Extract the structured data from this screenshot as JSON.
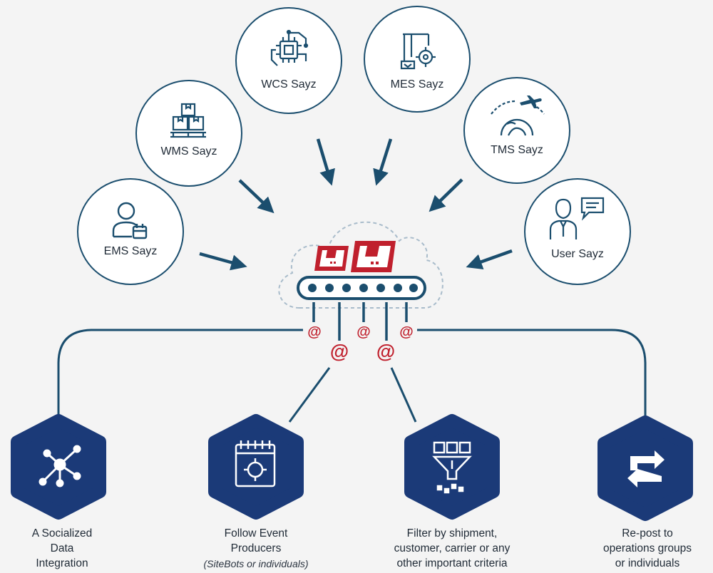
{
  "sources": {
    "wcs": {
      "label": "WCS Sayz",
      "icon": "processor-chip-icon"
    },
    "mes": {
      "label": "MES Sayz",
      "icon": "robot-arm-gear-icon"
    },
    "wms": {
      "label": "WMS Sayz",
      "icon": "stacked-boxes-pallet-icon"
    },
    "tms": {
      "label": "TMS Sayz",
      "icon": "globe-airplane-icon"
    },
    "ems": {
      "label": "EMS Sayz",
      "icon": "user-calendar-icon"
    },
    "user": {
      "label": "User Sayz",
      "icon": "person-chat-icon"
    }
  },
  "hub": {
    "icon": "cloud-conveyor-icon",
    "mention_symbol": "@"
  },
  "outcomes": [
    {
      "lines": [
        "A Socialized",
        "Data",
        "Integration"
      ],
      "icon": "network-hub-icon"
    },
    {
      "lines": [
        "Follow Event",
        "Producers"
      ],
      "sub": "(SiteBots or individuals)",
      "icon": "calendar-event-icon"
    },
    {
      "lines": [
        "Filter by shipment,",
        "customer, carrier or any",
        "other important criteria"
      ],
      "icon": "funnel-filter-icon"
    },
    {
      "lines": [
        "Re-post to",
        "operations groups",
        "or individuals"
      ],
      "icon": "repost-arrows-icon"
    }
  ],
  "colors": {
    "navy": "#1b4e6e",
    "hex_fill": "#1b3a78",
    "accent_red": "#c0202d",
    "dash": "#a9bccb",
    "background": "#f4f4f4"
  }
}
